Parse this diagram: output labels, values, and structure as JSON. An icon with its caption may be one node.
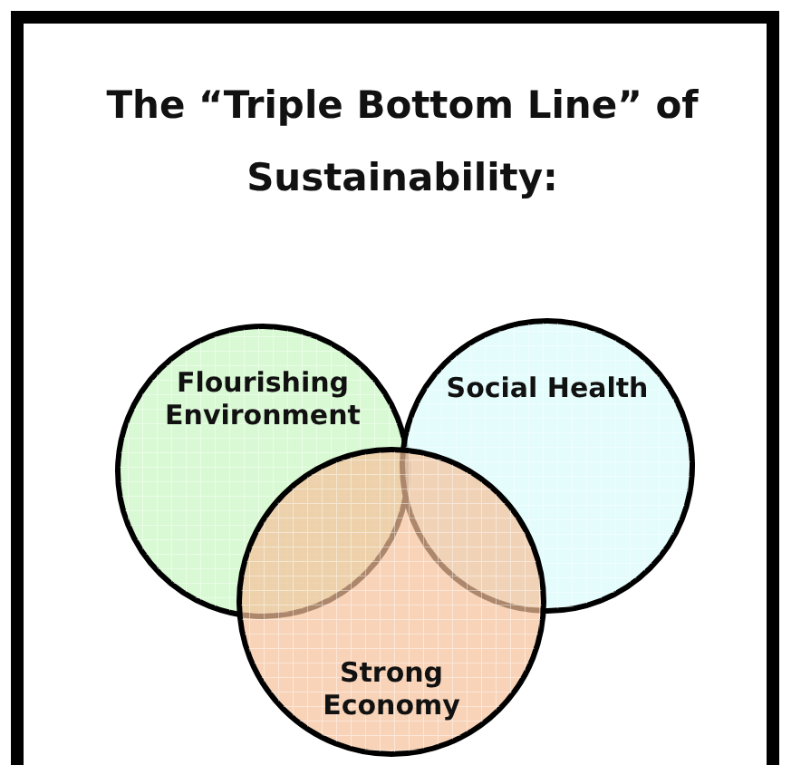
{
  "diagram": {
    "title": "The “Triple Bottom Line” of Sustainability:",
    "nodes": [
      {
        "text": [
          "Flourishing Environment"
        ]
      },
      {
        "text": [
          "Social Health"
        ]
      },
      {
        "text": [
          "Strong Economy"
        ]
      }
    ]
  }
}
